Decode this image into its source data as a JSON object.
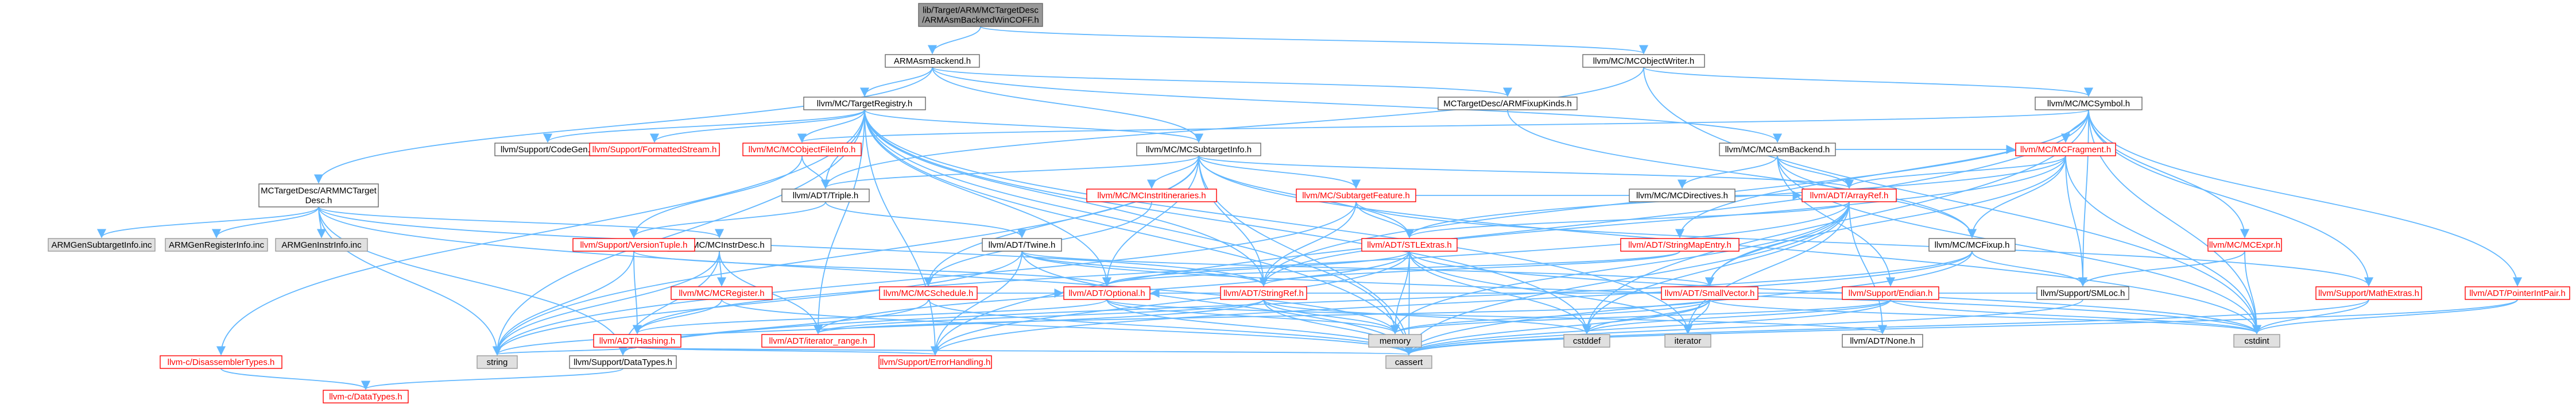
{
  "colors": {
    "edge": "#63b8ff",
    "root_fill": "#999999",
    "root_border": "#666666",
    "normal_fill": "#ffffff",
    "normal_border": "#666666",
    "normal_text": "#000000",
    "truncated_fill": "#ffffff",
    "truncated_border": "#ff0000",
    "truncated_text": "#ff0000",
    "external_fill": "#e0e0e0",
    "external_border": "#999999"
  },
  "nodes": [
    {
      "id": "root",
      "kind": "root",
      "lines": [
        "lib/Target/ARM/MCTargetDesc",
        "/ARMAsmBackendWinCOFF.h"
      ]
    },
    {
      "id": "armasmbackend",
      "kind": "normal",
      "lines": [
        "ARMAsmBackend.h"
      ]
    },
    {
      "id": "mcobjectwriter",
      "kind": "normal",
      "lines": [
        "llvm/MC/MCObjectWriter.h"
      ]
    },
    {
      "id": "targetregistry",
      "kind": "normal",
      "lines": [
        "llvm/MC/TargetRegistry.h"
      ]
    },
    {
      "id": "armfixupkinds",
      "kind": "normal",
      "lines": [
        "MCTargetDesc/ARMFixupKinds.h"
      ]
    },
    {
      "id": "mcsymbol",
      "kind": "normal",
      "lines": [
        "llvm/MC/MCSymbol.h"
      ]
    },
    {
      "id": "armmctargetdesc",
      "kind": "normal",
      "lines": [
        "MCTargetDesc/ARMMCTarget",
        "Desc.h"
      ]
    },
    {
      "id": "codegen",
      "kind": "normal",
      "lines": [
        "llvm/Support/CodeGen.h"
      ]
    },
    {
      "id": "formattedstream",
      "kind": "truncated",
      "lines": [
        "llvm/Support/FormattedStream.h"
      ]
    },
    {
      "id": "mcobjectfileinfo",
      "kind": "truncated",
      "lines": [
        "llvm/MC/MCObjectFileInfo.h"
      ]
    },
    {
      "id": "mcsubtargetinfo",
      "kind": "normal",
      "lines": [
        "llvm/MC/MCSubtargetInfo.h"
      ]
    },
    {
      "id": "mcasmbackend",
      "kind": "normal",
      "lines": [
        "llvm/MC/MCAsmBackend.h"
      ]
    },
    {
      "id": "mcfragment",
      "kind": "truncated",
      "lines": [
        "llvm/MC/MCFragment.h"
      ]
    },
    {
      "id": "disassemblertypes",
      "kind": "truncated",
      "lines": [
        "llvm-c/DisassemblerTypes.h"
      ]
    },
    {
      "id": "armgensubtargetinfo",
      "kind": "external",
      "lines": [
        "ARMGenSubtargetInfo.inc"
      ]
    },
    {
      "id": "armgenregisterinfo",
      "kind": "external",
      "lines": [
        "ARMGenRegisterInfo.inc"
      ]
    },
    {
      "id": "armgeninstrinfo",
      "kind": "external",
      "lines": [
        "ARMGenInstrInfo.inc"
      ]
    },
    {
      "id": "triple",
      "kind": "normal",
      "lines": [
        "llvm/ADT/Triple.h"
      ]
    },
    {
      "id": "mcinstrdesc",
      "kind": "normal",
      "lines": [
        "llvm/MC/MCInstrDesc.h"
      ]
    },
    {
      "id": "versiontuple",
      "kind": "truncated",
      "lines": [
        "llvm/Support/VersionTuple.h"
      ]
    },
    {
      "id": "mcinstritineraries",
      "kind": "truncated",
      "lines": [
        "llvm/MC/MCInstrItineraries.h"
      ]
    },
    {
      "id": "mcsubtargetfeature",
      "kind": "truncated",
      "lines": [
        "llvm/MC/SubtargetFeature.h"
      ]
    },
    {
      "id": "mcdirectives",
      "kind": "normal",
      "lines": [
        "llvm/MC/MCDirectives.h"
      ]
    },
    {
      "id": "arrayref",
      "kind": "truncated",
      "lines": [
        "llvm/ADT/ArrayRef.h"
      ]
    },
    {
      "id": "stlextras",
      "kind": "truncated",
      "lines": [
        "llvm/ADT/STLExtras.h"
      ]
    },
    {
      "id": "stringmapentry",
      "kind": "truncated",
      "lines": [
        "llvm/ADT/StringMapEntry.h"
      ]
    },
    {
      "id": "mcfixup",
      "kind": "normal",
      "lines": [
        "llvm/MC/MCFixup.h"
      ]
    },
    {
      "id": "mcexpr",
      "kind": "truncated",
      "lines": [
        "llvm/MC/MCExpr.h"
      ]
    },
    {
      "id": "twine",
      "kind": "normal",
      "lines": [
        "llvm/ADT/Twine.h"
      ]
    },
    {
      "id": "mcregister",
      "kind": "truncated",
      "lines": [
        "llvm/MC/MCRegister.h"
      ]
    },
    {
      "id": "mcschedule",
      "kind": "truncated",
      "lines": [
        "llvm/MC/MCSchedule.h"
      ]
    },
    {
      "id": "optional",
      "kind": "truncated",
      "lines": [
        "llvm/ADT/Optional.h"
      ]
    },
    {
      "id": "stringref",
      "kind": "truncated",
      "lines": [
        "llvm/ADT/StringRef.h"
      ]
    },
    {
      "id": "smallvector",
      "kind": "truncated",
      "lines": [
        "llvm/ADT/SmallVector.h"
      ]
    },
    {
      "id": "endian",
      "kind": "truncated",
      "lines": [
        "llvm/Support/Endian.h"
      ]
    },
    {
      "id": "smloc",
      "kind": "normal",
      "lines": [
        "llvm/Support/SMLoc.h"
      ]
    },
    {
      "id": "mathextras",
      "kind": "truncated",
      "lines": [
        "llvm/Support/MathExtras.h"
      ]
    },
    {
      "id": "pointerintpair",
      "kind": "truncated",
      "lines": [
        "llvm/ADT/PointerIntPair.h"
      ]
    },
    {
      "id": "hashing",
      "kind": "truncated",
      "lines": [
        "llvm/ADT/Hashing.h"
      ]
    },
    {
      "id": "iteratorrange",
      "kind": "truncated",
      "lines": [
        "llvm/ADT/iterator_range.h"
      ]
    },
    {
      "id": "memory",
      "kind": "external",
      "lines": [
        "memory"
      ]
    },
    {
      "id": "cstddef",
      "kind": "external",
      "lines": [
        "cstddef"
      ]
    },
    {
      "id": "iterator",
      "kind": "external",
      "lines": [
        "iterator"
      ]
    },
    {
      "id": "adtnone",
      "kind": "normal",
      "lines": [
        "llvm/ADT/None.h"
      ]
    },
    {
      "id": "cstdint",
      "kind": "external",
      "lines": [
        "cstdint"
      ]
    },
    {
      "id": "string",
      "kind": "external",
      "lines": [
        "string"
      ]
    },
    {
      "id": "datatypes",
      "kind": "normal",
      "lines": [
        "llvm/Support/DataTypes.h"
      ]
    },
    {
      "id": "errorhandling",
      "kind": "truncated",
      "lines": [
        "llvm/Support/ErrorHandling.h"
      ]
    },
    {
      "id": "cassert",
      "kind": "external",
      "lines": [
        "cassert"
      ]
    },
    {
      "id": "cdatatypes",
      "kind": "truncated",
      "lines": [
        "llvm-c/DataTypes.h"
      ]
    }
  ],
  "edges": [
    [
      "root",
      "armasmbackend"
    ],
    [
      "root",
      "mcobjectwriter"
    ],
    [
      "armasmbackend",
      "targetregistry"
    ],
    [
      "armasmbackend",
      "armfixupkinds"
    ],
    [
      "armasmbackend",
      "armmctargetdesc"
    ],
    [
      "armasmbackend",
      "mcasmbackend"
    ],
    [
      "armasmbackend",
      "mcsubtargetinfo"
    ],
    [
      "mcobjectwriter",
      "mcsymbol"
    ],
    [
      "mcobjectwriter",
      "triple"
    ],
    [
      "mcobjectwriter",
      "cstdint"
    ],
    [
      "targetregistry",
      "disassemblertypes"
    ],
    [
      "targetregistry",
      "codegen"
    ],
    [
      "targetregistry",
      "formattedstream"
    ],
    [
      "targetregistry",
      "mcobjectfileinfo"
    ],
    [
      "targetregistry",
      "mcsubtargetinfo"
    ],
    [
      "targetregistry",
      "triple"
    ],
    [
      "targetregistry",
      "iteratorrange"
    ],
    [
      "targetregistry",
      "optional"
    ],
    [
      "targetregistry",
      "stringref"
    ],
    [
      "targetregistry",
      "string"
    ],
    [
      "targetregistry",
      "cassert"
    ],
    [
      "targetregistry",
      "cstddef"
    ],
    [
      "targetregistry",
      "memory"
    ],
    [
      "targetregistry",
      "iterator"
    ],
    [
      "targetregistry",
      "errorhandling"
    ],
    [
      "armfixupkinds",
      "mcfixup"
    ],
    [
      "mcsymbol",
      "mcfragment"
    ],
    [
      "mcsymbol",
      "stringref"
    ],
    [
      "mcsymbol",
      "pointerintpair"
    ],
    [
      "mcsymbol",
      "mcexpr"
    ],
    [
      "mcsymbol",
      "mathextras"
    ],
    [
      "mcsymbol",
      "smloc"
    ],
    [
      "mcsymbol",
      "errorhandling"
    ],
    [
      "mcsymbol",
      "cstddef"
    ],
    [
      "mcsymbol",
      "cstdint"
    ],
    [
      "mcsymbol",
      "stringmapentry"
    ],
    [
      "mcsymbol",
      "mcobjectfileinfo"
    ],
    [
      "armmctargetdesc",
      "armgensubtargetinfo"
    ],
    [
      "armmctargetdesc",
      "armgenregisterinfo"
    ],
    [
      "armmctargetdesc",
      "armgeninstrinfo"
    ],
    [
      "armmctargetdesc",
      "mcinstrdesc"
    ],
    [
      "armmctargetdesc",
      "datatypes"
    ],
    [
      "armmctargetdesc",
      "memory"
    ],
    [
      "armmctargetdesc",
      "string"
    ],
    [
      "armmctargetdesc",
      "stringref"
    ],
    [
      "mcobjectfileinfo",
      "triple"
    ],
    [
      "mcobjectfileinfo",
      "versiontuple"
    ],
    [
      "mcsubtargetinfo",
      "triple"
    ],
    [
      "mcsubtargetinfo",
      "mcinstritineraries"
    ],
    [
      "mcsubtargetinfo",
      "mcsubtargetfeature"
    ],
    [
      "mcsubtargetinfo",
      "arrayref"
    ],
    [
      "mcsubtargetinfo",
      "stringref"
    ],
    [
      "mcsubtargetinfo",
      "optional"
    ],
    [
      "mcsubtargetinfo",
      "mcschedule"
    ],
    [
      "mcsubtargetinfo",
      "string"
    ],
    [
      "mcsubtargetinfo",
      "cstdint"
    ],
    [
      "mcsubtargetinfo",
      "cassert"
    ],
    [
      "mcsubtargetinfo",
      "stlextras"
    ],
    [
      "mcasmbackend",
      "arrayref"
    ],
    [
      "mcasmbackend",
      "mcdirectives"
    ],
    [
      "mcasmbackend",
      "mcfixup"
    ],
    [
      "mcasmbackend",
      "mcfragment"
    ],
    [
      "mcasmbackend",
      "endian"
    ],
    [
      "mcasmbackend",
      "cstdint"
    ],
    [
      "mcfragment",
      "arrayref"
    ],
    [
      "mcfragment",
      "smallvector"
    ],
    [
      "mcfragment",
      "stringref"
    ],
    [
      "mcfragment",
      "mcfixup"
    ],
    [
      "mcfragment",
      "smloc"
    ],
    [
      "mcfragment",
      "cstdint"
    ],
    [
      "mcfragment",
      "stlextras"
    ],
    [
      "disassemblertypes",
      "cdatatypes"
    ],
    [
      "triple",
      "twine"
    ],
    [
      "triple",
      "versiontuple"
    ],
    [
      "mcinstrdesc",
      "mcregister"
    ],
    [
      "mcinstrdesc",
      "datatypes"
    ],
    [
      "mcinstrdesc",
      "iteratorrange"
    ],
    [
      "mcinstrdesc",
      "string"
    ],
    [
      "versiontuple",
      "hashing"
    ],
    [
      "versiontuple",
      "optional"
    ],
    [
      "versiontuple",
      "string"
    ],
    [
      "mcinstritineraries",
      "mcschedule"
    ],
    [
      "mcsubtargetfeature",
      "arrayref"
    ],
    [
      "mcsubtargetfeature",
      "stlextras"
    ],
    [
      "mcsubtargetfeature",
      "stringref"
    ],
    [
      "mcsubtargetfeature",
      "mathextras"
    ],
    [
      "mcsubtargetfeature",
      "string"
    ],
    [
      "arrayref",
      "hashing"
    ],
    [
      "arrayref",
      "adtnone"
    ],
    [
      "arrayref",
      "smallvector"
    ],
    [
      "arrayref",
      "stlextras"
    ],
    [
      "arrayref",
      "cassert"
    ],
    [
      "arrayref",
      "cstddef"
    ],
    [
      "arrayref",
      "iterator"
    ],
    [
      "arrayref",
      "memory"
    ],
    [
      "stlextras",
      "optional"
    ],
    [
      "stlextras",
      "iteratorrange"
    ],
    [
      "stlextras",
      "errorhandling"
    ],
    [
      "stlextras",
      "cassert"
    ],
    [
      "stlextras",
      "cstddef"
    ],
    [
      "stlextras",
      "cstdint"
    ],
    [
      "stlextras",
      "iterator"
    ],
    [
      "stlextras",
      "memory"
    ],
    [
      "stringmapentry",
      "stringref"
    ],
    [
      "stringmapentry",
      "optional"
    ],
    [
      "mcfixup",
      "smloc"
    ],
    [
      "mcfixup",
      "errorhandling"
    ],
    [
      "mcfixup",
      "cassert"
    ],
    [
      "mcfixup",
      "datatypes"
    ],
    [
      "mcexpr",
      "smloc"
    ],
    [
      "mcexpr",
      "cstdint"
    ],
    [
      "twine",
      "smallvector"
    ],
    [
      "twine",
      "stringref"
    ],
    [
      "twine",
      "errorhandling"
    ],
    [
      "twine",
      "cassert"
    ],
    [
      "twine",
      "cstdint"
    ],
    [
      "twine",
      "string"
    ],
    [
      "mcregister",
      "hashing"
    ],
    [
      "mcregister",
      "cassert"
    ],
    [
      "mcschedule",
      "optional"
    ],
    [
      "mcschedule",
      "datatypes"
    ],
    [
      "mcschedule",
      "cassert"
    ],
    [
      "optional",
      "hashing"
    ],
    [
      "optional",
      "adtnone"
    ],
    [
      "optional",
      "cassert"
    ],
    [
      "optional",
      "memory"
    ],
    [
      "stringref",
      "iteratorrange"
    ],
    [
      "stringref",
      "cstddef"
    ],
    [
      "stringref",
      "string"
    ],
    [
      "stringref",
      "cassert"
    ],
    [
      "stringref",
      "memory"
    ],
    [
      "smallvector",
      "iteratorrange"
    ],
    [
      "smallvector",
      "cstddef"
    ],
    [
      "smallvector",
      "cassert"
    ],
    [
      "smallvector",
      "iterator"
    ],
    [
      "smallvector",
      "memory"
    ],
    [
      "smallvector",
      "cstdint"
    ],
    [
      "endian",
      "cassert"
    ],
    [
      "endian",
      "cstddef"
    ],
    [
      "endian",
      "cstdint"
    ],
    [
      "endian",
      "memory"
    ],
    [
      "smloc",
      "optional"
    ],
    [
      "smloc",
      "cassert"
    ],
    [
      "mathextras",
      "cassert"
    ],
    [
      "mathextras",
      "cstdint"
    ],
    [
      "pointerintpair",
      "cassert"
    ],
    [
      "pointerintpair",
      "cstdint"
    ],
    [
      "hashing",
      "errorhandling"
    ],
    [
      "hashing",
      "cassert"
    ],
    [
      "hashing",
      "string"
    ],
    [
      "datatypes",
      "cdatatypes"
    ]
  ]
}
